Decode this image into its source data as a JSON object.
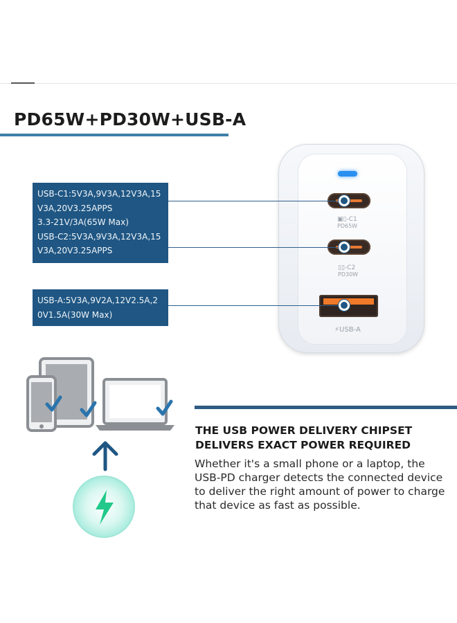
{
  "header": {
    "title": "PD65W+PD30W+USB-A"
  },
  "specs": {
    "usb_c_lines": [
      "USB-C1:5V3A,9V3A,12V3A,15",
      "V3A,20V3.25APPS",
      "3.3-21V/3A(65W Max)",
      "USB-C2:5V3A,9V3A,12V3A,15",
      "V3A,20V3.25APPS"
    ],
    "usb_a_lines": [
      "USB-A:5V3A,9V2A,12V2.5A,2",
      "0V1.5A(30W Max)"
    ]
  },
  "charger": {
    "port_c1_label": "C1",
    "port_c1_power": "PD65W",
    "port_c2_label": "C2",
    "port_c2_power": "PD30W",
    "port_a_label": "USB-A"
  },
  "feature": {
    "heading_lines": [
      "THE USB POWER DELIVERY CHIPSET",
      "DELIVERS EXACT POWER REQUIRED"
    ],
    "body_lines": [
      "Whether it's a small phone or a laptop, the",
      "USB-PD charger detects the connected device",
      "to deliver the right amount of power to charge",
      "that device as fast as possible."
    ]
  },
  "colors": {
    "accent_blue": "#1f5683",
    "underline_blue": "#3f7fa8",
    "check_blue": "#2a74ad",
    "bolt_green": "#22c98a",
    "port_orange": "#f07a2a"
  }
}
